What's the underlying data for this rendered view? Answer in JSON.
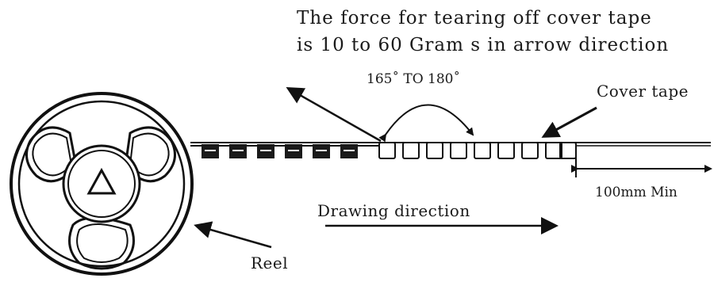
{
  "title_line1": "The force for tearing off cover tape",
  "title_line2": "is 10 to 60 Gram s in arrow direction",
  "angle_label": "165˚ TO 180˚",
  "cover_tape_label": "Cover tape",
  "distance_label": "100mm Min",
  "drawing_label": "Drawing  direction",
  "reel_label": "Reel"
}
